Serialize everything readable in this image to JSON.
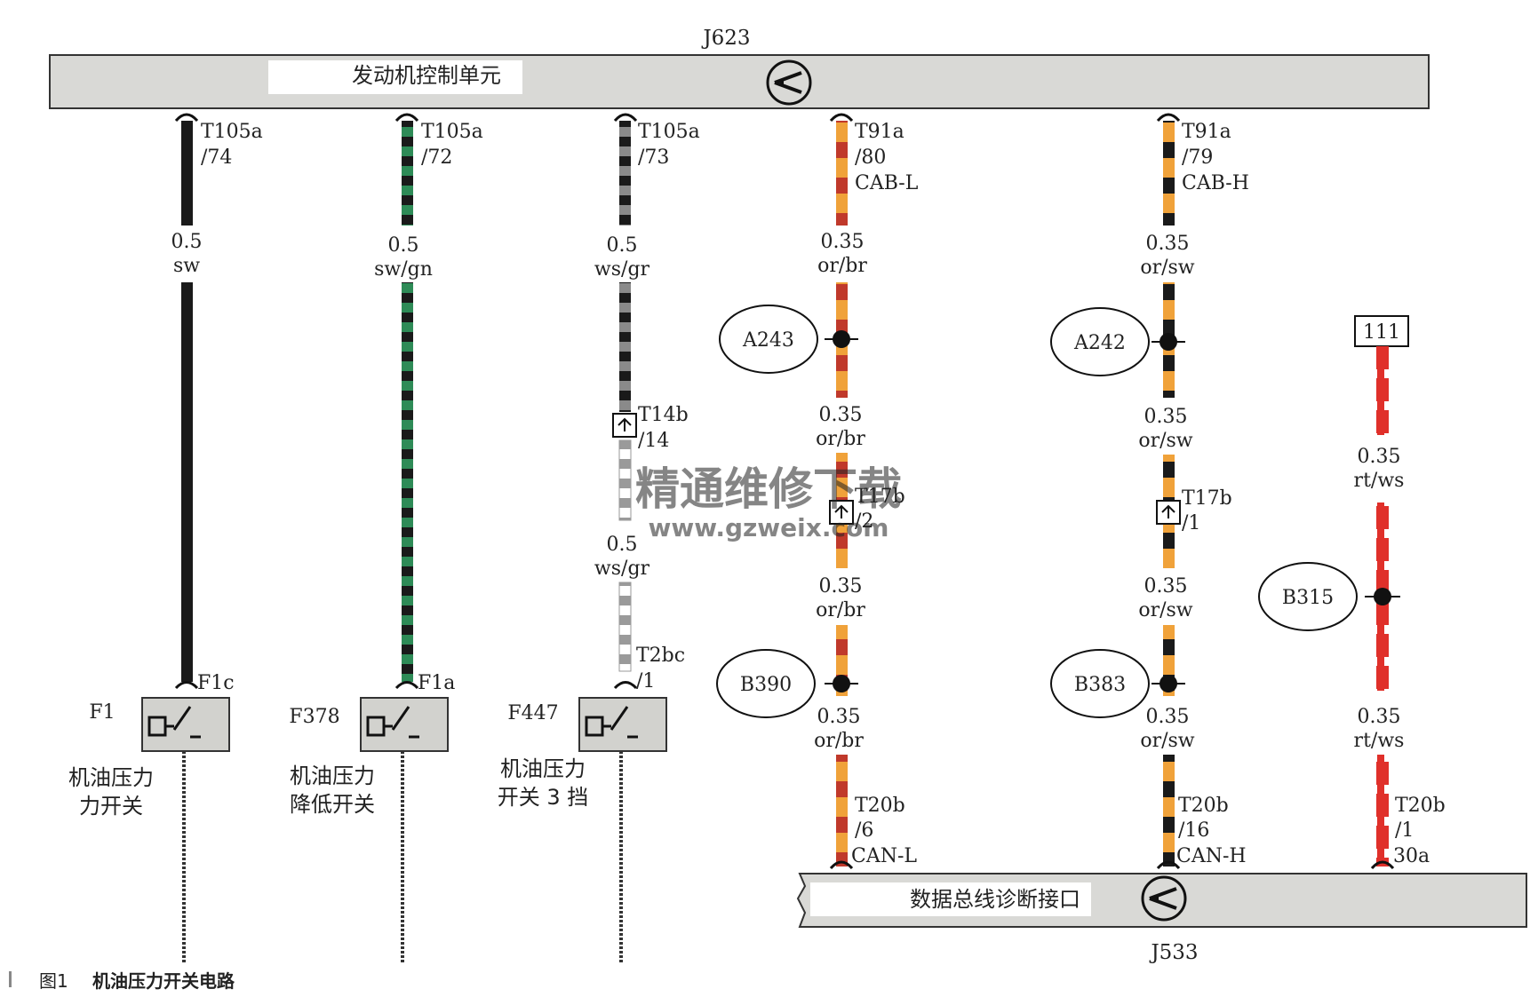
{
  "ecu": {
    "code": "J623",
    "label": "发动机控制单元"
  },
  "diag": {
    "code": "J533",
    "label": "数据总线诊断接口"
  },
  "caption": {
    "number": "图1",
    "text": "机油压力开关电路"
  },
  "watermark": {
    "cn": "精通维修下载",
    "url": "www.gzweix.com"
  },
  "colors": {
    "sw": "#1a1a1a",
    "gn": "#2e8b57",
    "gr": "#8a8a8a",
    "ws": "#ffffff",
    "or": "#f0a23a",
    "br": "#c0392b",
    "rt": "#e0302a"
  },
  "wires": [
    {
      "pin": "T105a",
      "pin_no": "/74",
      "size": "0.5",
      "color": "sw",
      "end_pin": "F1c",
      "component": "F1",
      "component_name": [
        "机油压力",
        "力开关"
      ]
    },
    {
      "pin": "T105a",
      "pin_no": "/72",
      "size": "0.5",
      "color": "sw/gn",
      "end_pin": "F1a",
      "component": "F378",
      "component_name": [
        "机油压力",
        "降低开关"
      ]
    },
    {
      "pin": "T105a",
      "pin_no": "/73",
      "size_1": "0.5",
      "color_1": "ws/gr",
      "mid_pin": "T14b",
      "mid_pin_no": "/14",
      "size_2": "0.5",
      "color_2": "ws/gr",
      "end_pin": "T2bc",
      "end_pin_no": "/1",
      "component": "F447",
      "component_name": [
        "机油压力",
        "开关 3 挡"
      ]
    },
    {
      "pin": "T91a",
      "pin_no": "/80",
      "signal": "CAB-L",
      "size_1": "0.35",
      "color_1": "or/br",
      "node_1": "A243",
      "size_2": "0.35",
      "color_2": "or/br",
      "mid_pin": "T17b",
      "mid_pin_no": "/2",
      "size_3": "0.35",
      "color_3": "or/br",
      "node_2": "B390",
      "size_4": "0.35",
      "color_4": "or/br",
      "end_pin": "T20b",
      "end_pin_no": "/6",
      "end_signal": "CAN-L"
    },
    {
      "pin": "T91a",
      "pin_no": "/79",
      "signal": "CAB-H",
      "size_1": "0.35",
      "color_1": "or/sw",
      "node_1": "A242",
      "size_2": "0.35",
      "color_2": "or/sw",
      "mid_pin": "T17b",
      "mid_pin_no": "/1",
      "size_3": "0.35",
      "color_3": "or/sw",
      "node_2": "B383",
      "size_4": "0.35",
      "color_4": "or/sw",
      "end_pin": "T20b",
      "end_pin_no": "/16",
      "end_signal": "CAN-H"
    },
    {
      "ref": "111",
      "size_1": "0.35",
      "color_1": "rt/ws",
      "node_1": "B315",
      "size_2": "0.35",
      "color_2": "rt/ws",
      "end_pin": "T20b",
      "end_pin_no": "/1",
      "end_signal": "30a"
    }
  ]
}
